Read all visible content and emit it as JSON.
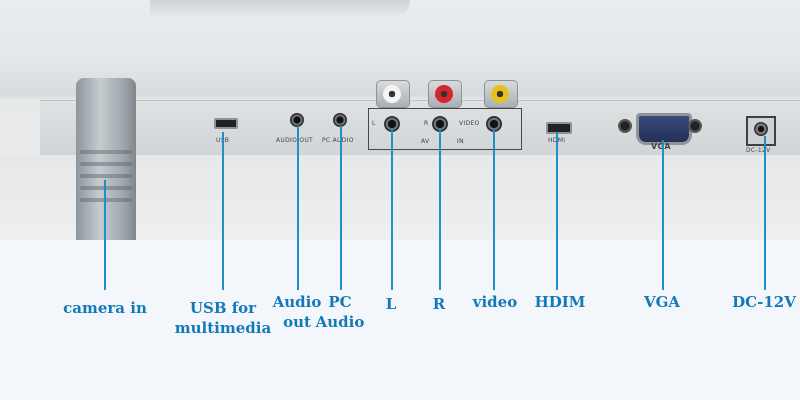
{
  "panel_labels": {
    "usb": "USB",
    "audio_out": "AUDIO OUT",
    "pc_audio": "PC AUDIO",
    "l": "L",
    "r": "R",
    "video": "VIDEO",
    "av": "AV",
    "in": "IN",
    "hdmi": "HDMI",
    "vga": "VGA",
    "dc": "DC-12V"
  },
  "callouts": {
    "camera_in": "camera in",
    "usb": "USB for\nmultimedia",
    "audio_out": "Audio\nout",
    "pc_audio": "PC\nAudio",
    "l": "L",
    "r": "R",
    "video": "video",
    "hdmi": "HDIM",
    "vga": "VGA",
    "dc": "DC-12V"
  },
  "colors": {
    "callout_text": "#1479b8",
    "leader_line": "#1f8fc6",
    "rca_red": "#d7262b",
    "rca_yellow": "#e8c21a",
    "rca_white": "#f4f4f4"
  }
}
